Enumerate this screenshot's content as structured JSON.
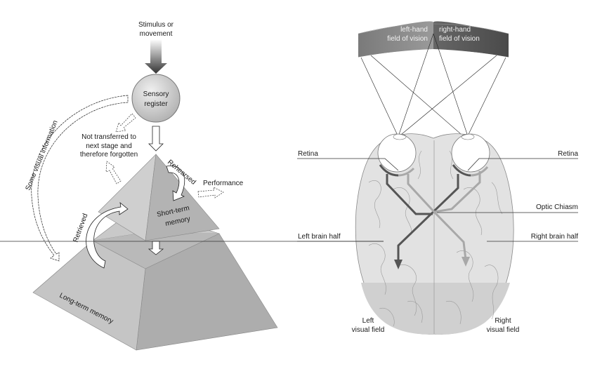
{
  "memory_model": {
    "stimulus": [
      "Stimulus or",
      "movement"
    ],
    "sensory_register": [
      "Sensory",
      "register"
    ],
    "not_transferred": [
      "Not transferred to",
      "next stage and",
      "therefore forgotten"
    ],
    "some_visual_information": "Some visual information",
    "rehearsed": "Rehearsed",
    "performance": "Performance",
    "short_term_memory": [
      "Short-term",
      "memory"
    ],
    "retrieved": "Retrieved",
    "long_term_memory": "Long-term memory"
  },
  "visual_pathway": {
    "left_field_of_vision": [
      "left-hand",
      "field of vision"
    ],
    "right_field_of_vision": [
      "right-hand",
      "field of vision"
    ],
    "retina_left": "Retina",
    "retina_right": "Retina",
    "optic_chiasm": "Optic Chiasm",
    "left_brain_half": "Left brain half",
    "right_brain_half": "Right brain half",
    "left_visual_field": [
      "Left",
      "visual field"
    ],
    "right_visual_field": [
      "Right",
      "visual field"
    ]
  },
  "colors": {
    "dark_path": "#555555",
    "light_path": "#a8a8a8",
    "brain_fill": "#e4e4e4",
    "brain_lower": "#d4d4d4",
    "band_left": "#8a8a8a",
    "band_right": "#5a5a5a"
  }
}
